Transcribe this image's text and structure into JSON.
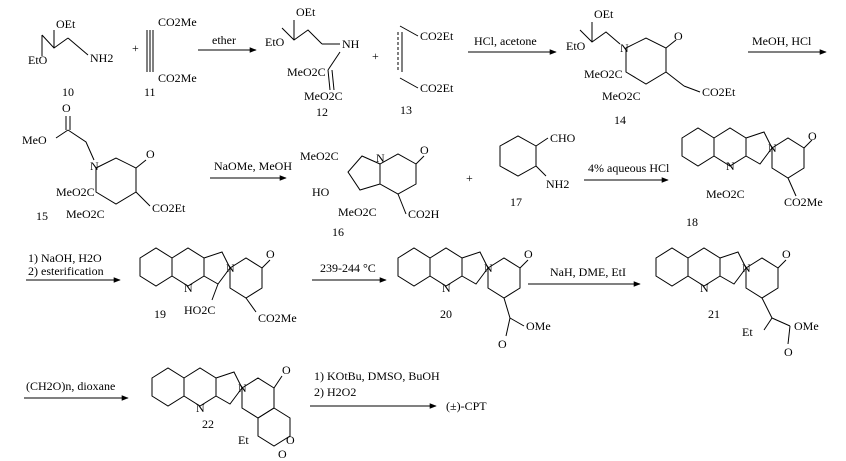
{
  "compounds": {
    "c10": {
      "number": "10",
      "labels": {
        "oet": "OEt",
        "eto": "EtO",
        "nh2": "NH2"
      }
    },
    "c11": {
      "number": "11",
      "labels": {
        "top": "CO2Me",
        "bottom": "CO2Me"
      }
    },
    "c12": {
      "number": "12",
      "labels": {
        "oet": "OEt",
        "eto": "EtO",
        "nh": "NH",
        "ester1": "MeO2C",
        "ester2": "MeO2C"
      }
    },
    "c13": {
      "number": "13",
      "labels": {
        "top": "CO2Et",
        "bottom": "CO2Et"
      }
    },
    "c14": {
      "number": "14",
      "labels": {
        "oet": "OEt",
        "eto": "EtO",
        "n": "N",
        "o": "O",
        "ester1": "MeO2C",
        "ester2": "MeO2C",
        "ester3": "CO2Et"
      }
    },
    "c15": {
      "number": "15",
      "labels": {
        "o_top": "O",
        "meo": "MeO",
        "n": "N",
        "o": "O",
        "ester1": "MeO2C",
        "ester2": "MeO2C",
        "ester3": "CO2Et"
      }
    },
    "c16": {
      "number": "16",
      "labels": {
        "ester1": "MeO2C",
        "n": "N",
        "o": "O",
        "ho": "HO",
        "ester2": "MeO2C",
        "acid": "CO2H"
      }
    },
    "c17": {
      "number": "17",
      "labels": {
        "cho": "CHO",
        "nh2": "NH2"
      }
    },
    "c18": {
      "number": "18",
      "labels": {
        "n1": "N",
        "n2": "N",
        "o": "O",
        "ester1": "MeO2C",
        "ester2": "CO2Me"
      }
    },
    "c19": {
      "number": "19",
      "labels": {
        "n1": "N",
        "n2": "N",
        "o": "O",
        "acid": "HO2C",
        "ester": "CO2Me"
      }
    },
    "c20": {
      "number": "20",
      "labels": {
        "n1": "N",
        "n2": "N",
        "o": "O",
        "o2": "O",
        "ome": "OMe"
      }
    },
    "c21": {
      "number": "21",
      "labels": {
        "n1": "N",
        "n2": "N",
        "o": "O",
        "o2": "O",
        "ome": "OMe",
        "et": "Et"
      }
    },
    "c22": {
      "number": "22",
      "labels": {
        "n1": "N",
        "n2": "N",
        "o": "O",
        "o_ring": "O",
        "o_lac": "O",
        "et": "Et"
      }
    },
    "product": {
      "label": "(±)-CPT"
    }
  },
  "steps": {
    "s1": "ether",
    "s2": "HCl, acetone",
    "s3": "MeOH, HCl",
    "s4": "NaOMe, MeOH",
    "s5": "4% aqueous HCl",
    "s6a": "1) NaOH, H2O",
    "s6b": "2) esterification",
    "s7": "239-244 °C",
    "s8": "NaH, DME, EtI",
    "s9": "(CH2O)n, dioxane",
    "s10a": "1) KOtBu, DMSO, BuOH",
    "s10b": "2) H2O2"
  },
  "plus_sign": "+"
}
